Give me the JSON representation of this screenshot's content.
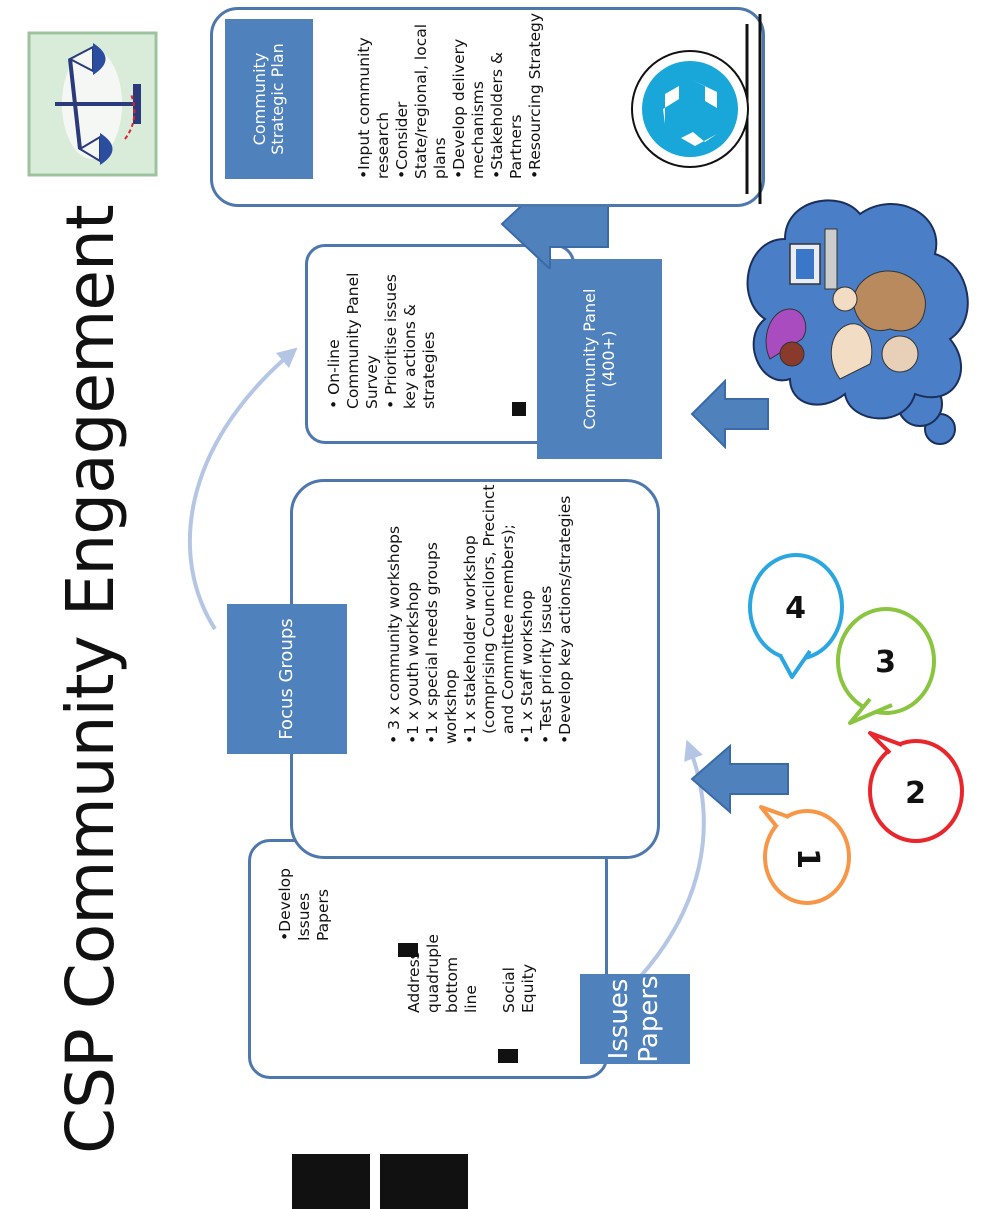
{
  "title": "CSP Community Engagement",
  "stages": {
    "issues_papers": {
      "label": "Issues Papers",
      "items": [
        "•Develop Issues Papers",
        "Address quadruple bottom line",
        "Social Equity"
      ]
    },
    "focus_groups": {
      "label": "Focus Groups",
      "items": [
        "• 3 x community workshops",
        "•1 x youth workshop",
        "•1 x special needs groups workshop",
        "•1 x stakeholder workshop",
        "(comprising Councilors, Precinct",
        "and Committee members);",
        "•1 x Staff workshop",
        "• Test priority issues",
        "•Develop key actions/strategies"
      ]
    },
    "community_panel": {
      "label": "Community Panel (400+)",
      "items": [
        "• On-line Community Panel Survey",
        "• Prioritise issues key actions & strategies"
      ]
    },
    "strategic_plan": {
      "label": "Community Strategic Plan",
      "items": [
        "•Input community research",
        "•Consider State/regional, local plans",
        "•Develop delivery mechanisms",
        "•Stakeholders & Partners",
        "•Resourcing Strategy"
      ]
    }
  },
  "speech_bubbles": [
    "1",
    "2",
    "3",
    "4"
  ],
  "colors": {
    "label_fill": "#4f81bd",
    "box_border": "#4d77ad",
    "arrow_fill": "#4f81bd",
    "curve": "#b4c6e4",
    "bubble_1": "#f79646",
    "bubble_2": "#e8262b",
    "bubble_3": "#8ac53f",
    "bubble_4": "#2aa7e0",
    "cloud": "#4a7fc8"
  },
  "icons": [
    "scales-of-justice-icon",
    "recycle-icon",
    "people-at-computer-icon"
  ]
}
